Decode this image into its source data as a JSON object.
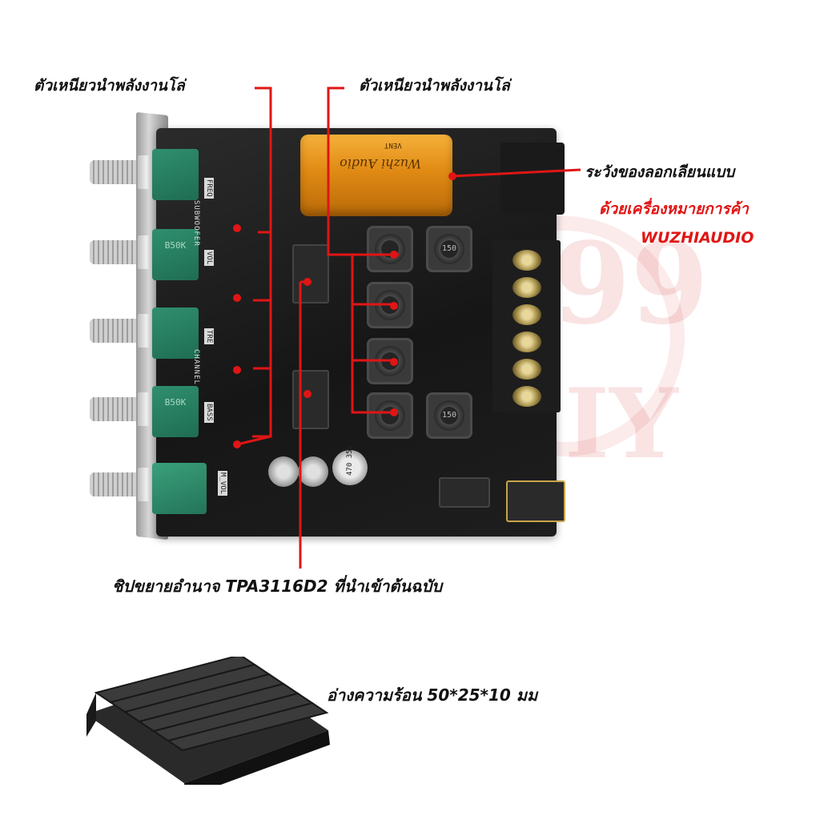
{
  "annotations": {
    "top_left": "ตัวเหนียวนำพลังงานโล่",
    "top_right": "ตัวเหนียวนำพลังงานโล่",
    "capacitor": "ระวังของลอกเลียนแบบ",
    "brand_line1": "ด้วยเครื่องหมายการค้า",
    "brand_line2": "WUZHIAUDIO",
    "chip": "ชิปขยายอำนาจ TPA3116D2 ที่นำเข้าต้นฉบับ",
    "heatsink": "อ่างความร้อน 50*25*10 มม"
  },
  "board_silkscreen": {
    "freq": "FREQ",
    "subwoofer": "SUBWOOFER",
    "vol": "VOL",
    "tre": "TRE",
    "channel": "CHANNEL",
    "bass": "BASS",
    "m_vol": "M_VOL"
  },
  "pot_labels": [
    "B50K",
    "B50K"
  ],
  "capacitor_print": {
    "brand": "Wuzhi Audio",
    "vent": "VENT"
  },
  "inductor_label": "150",
  "small_cap_label": {
    "line1": "470",
    "line2": "35V"
  },
  "colors": {
    "annotation_line": "#e01515",
    "brand_text": "#e01515",
    "pot_green": "#1f6d52",
    "capacitor_gold": "#e08a14"
  }
}
